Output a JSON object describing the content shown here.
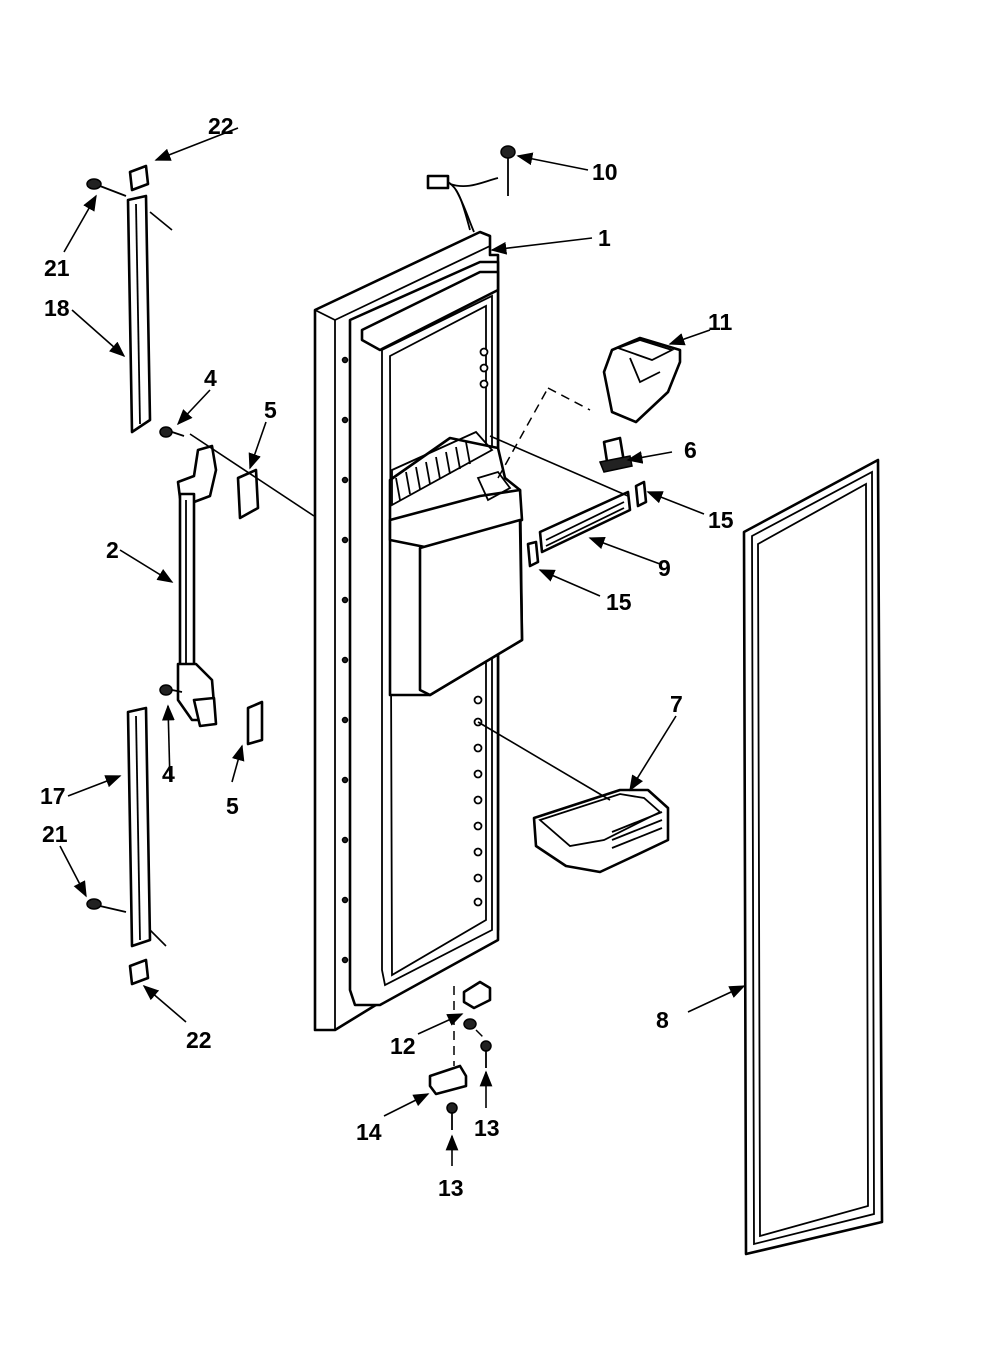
{
  "diagram": {
    "callouts": {
      "c1": "1",
      "c2": "2",
      "c4a": "4",
      "c4b": "4",
      "c5a": "5",
      "c5b": "5",
      "c6": "6",
      "c7": "7",
      "c8": "8",
      "c9": "9",
      "c10": "10",
      "c11": "11",
      "c12": "12",
      "c13a": "13",
      "c13b": "13",
      "c14": "14",
      "c15a": "15",
      "c15b": "15",
      "c17": "17",
      "c18": "18",
      "c21a": "21",
      "c21b": "21",
      "c22a": "22",
      "c22b": "22"
    }
  }
}
